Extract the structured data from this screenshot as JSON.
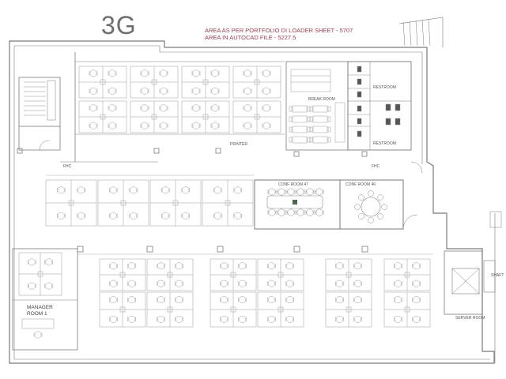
{
  "title": "3G",
  "area_notes": {
    "line1": "AREA AS PER PORTFOLIO DI LOADER SHEET - 5707",
    "line2": "AREA IN AUTOCAD FILE - 5227.5"
  },
  "rooms": {
    "break_room": "BREAK ROOM",
    "restroom_1": "RESTROOM",
    "restroom_2": "RESTROOM",
    "printer": "PRINTER",
    "conf_room_47": "CONF ROOM 47",
    "conf_room_46": "CONF ROOM 46",
    "manager_room_line1": "MANAGER",
    "manager_room_line2": "ROOM 1",
    "server_room": "SERVER ROOM",
    "fhc_1": "FHC",
    "fhc_2": "FHC",
    "shaft": "SHAFT"
  },
  "colors": {
    "wall": "#7a7a7a",
    "furniture": "#9a9a9a",
    "area_note": "#9a3d52"
  }
}
